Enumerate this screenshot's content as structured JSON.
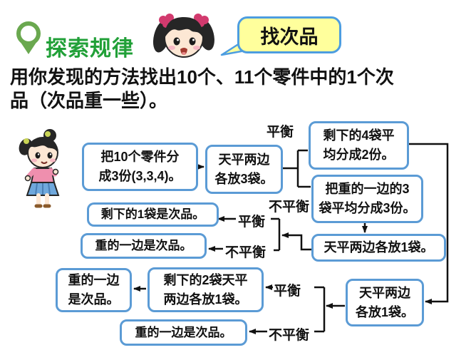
{
  "header": {
    "title": "探索规律",
    "bubble_label": "找次品"
  },
  "problem": {
    "line1": "用你发现的方法找出10个、11个零件中的1个次",
    "line2": "品（次品重一些）。"
  },
  "flowchart": {
    "boxes": [
      {
        "text": "把10个零件分\n成3份(3,3,4)。"
      },
      {
        "text": "天平两边\n各放3袋。"
      },
      {
        "text": "剩下的4袋平\n均分成2份。"
      },
      {
        "text": "把重的一边的3\n袋平均分成3份。"
      },
      {
        "text": "天平两边各放1袋。"
      },
      {
        "text": "剩下的1袋是次品。"
      },
      {
        "text": "重的一边是次品。"
      },
      {
        "text": "重的一边\n是次品。"
      },
      {
        "text": "剩下的2袋天平\n两边各放1袋。"
      },
      {
        "text": "天平两边\n各放1袋。"
      },
      {
        "text": "重的一边是次品。"
      }
    ],
    "labels": [
      {
        "text": "平衡"
      },
      {
        "text": "不平衡"
      },
      {
        "text": "平衡"
      },
      {
        "text": "不平衡"
      },
      {
        "text": "平衡"
      },
      {
        "text": "不平衡"
      }
    ]
  },
  "icons": {
    "pin": "location-pin-icon",
    "girl_head": "cartoon-girl-head",
    "girl_body": "cartoon-girl-full"
  },
  "colors": {
    "title_green": "#21a038",
    "pin_green": "#6aa84f",
    "box_border_blue": "#5b9bd5",
    "bubble_yellow": "#ffff9c",
    "bubble_border_blue": "#4d9de0",
    "text_black": "#111111"
  }
}
